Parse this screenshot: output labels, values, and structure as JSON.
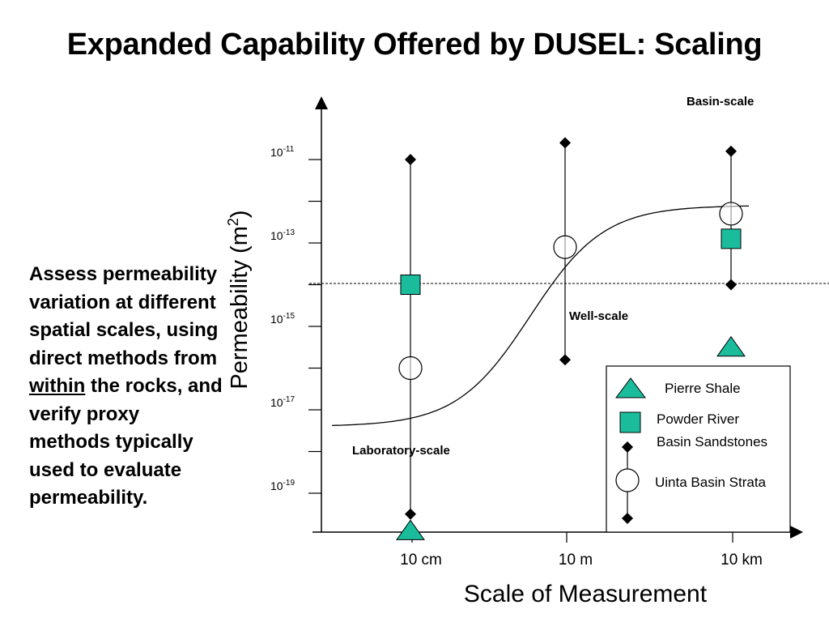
{
  "slide": {
    "title": "Expanded Capability Offered by DUSEL: Scaling",
    "text_before": "Assess permeability variation at different spatial scales, using direct methods from",
    "text_underlined": "within",
    "text_after": "the rocks, and verify proxy methods typically used to evaluate permeability."
  },
  "chart_data": {
    "type": "scatter",
    "xlabel": "Scale of Measurement",
    "ylabel_main": "Permeability (m",
    "ylabel_sup": "2",
    "ylabel_end": ")",
    "categories": [
      "10 cm",
      "10 m",
      "10 km"
    ],
    "y_scale": "log",
    "y_ticks": [
      {
        "base": "10",
        "exp": "-11",
        "value": -11
      },
      {
        "base": "10",
        "exp": "-13",
        "value": -13
      },
      {
        "base": "10",
        "exp": "-15",
        "value": -15
      },
      {
        "base": "10",
        "exp": "-17",
        "value": -17
      },
      {
        "base": "10",
        "exp": "-19",
        "value": -19
      }
    ],
    "ylim_exponent": [
      -20,
      -10
    ],
    "reference_line_exponent": -14,
    "scale_labels": [
      {
        "text": "Laboratory-scale",
        "category": "10 cm"
      },
      {
        "text": "Well-scale",
        "category": "10 m"
      },
      {
        "text": "Basin-scale",
        "category": "10 km"
      }
    ],
    "series": [
      {
        "name": "Pierre Shale",
        "marker": "triangle",
        "color": "#1abc9c",
        "points": [
          {
            "x": "10 cm",
            "y_exp": -19.9
          },
          {
            "x": "10 km",
            "y_exp": -15.5
          }
        ]
      },
      {
        "name": "Powder River Basin Sandstones",
        "marker": "square",
        "color": "#1abc9c",
        "points": [
          {
            "x": "10 cm",
            "y_exp": -14.0
          },
          {
            "x": "10 km",
            "y_exp": -12.9
          }
        ],
        "ranges": [
          {
            "x": "10 cm",
            "low_exp": -19.5,
            "high_exp": -11.0
          },
          {
            "x": "10 km",
            "low_exp": -14.0,
            "high_exp": -10.8
          }
        ]
      },
      {
        "name": "Uinta Basin Strata",
        "marker": "circle",
        "color": "#000000",
        "points": [
          {
            "x": "10 cm",
            "y_exp": -16.0
          },
          {
            "x": "10 m",
            "y_exp": -13.1
          },
          {
            "x": "10 km",
            "y_exp": -12.3
          }
        ],
        "ranges": [
          {
            "x": "10 m",
            "low_exp": -15.8,
            "high_exp": -10.6
          }
        ]
      }
    ],
    "legend": {
      "pierre": "Pierre Shale",
      "powder_line1": "Powder River",
      "powder_line2": "Basin Sandstones",
      "uinta": "Uinta Basin Strata"
    }
  }
}
